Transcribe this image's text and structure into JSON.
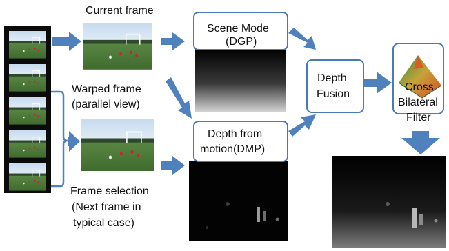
{
  "labels": {
    "current_frame": "Current frame",
    "warped_frame_line1": "Warped frame",
    "warped_frame_line2": "(parallel view)",
    "frame_selection_line1": "Frame selection",
    "frame_selection_line2": "(Next frame in",
    "frame_selection_line3": "typical case)"
  },
  "boxes": {
    "scene_mode_line1": "Scene Mode",
    "scene_mode_line2": "(DGP)",
    "dmp_line1": "Depth from",
    "dmp_line2": "motion(DMP)",
    "fusion_line1": "Depth",
    "fusion_line2": "Fusion",
    "filter_line1": "Cross",
    "filter_line2": "Bilateral",
    "filter_line3": "Filter"
  },
  "colors": {
    "arrow": "#4f81bd",
    "box_border": "#4a7ab7",
    "sky": "#cfe0ee",
    "grass": "#5a8a45",
    "film": "#0b0b0b"
  },
  "icons": [
    "film-strip-icon",
    "surface-plot-icon"
  ]
}
